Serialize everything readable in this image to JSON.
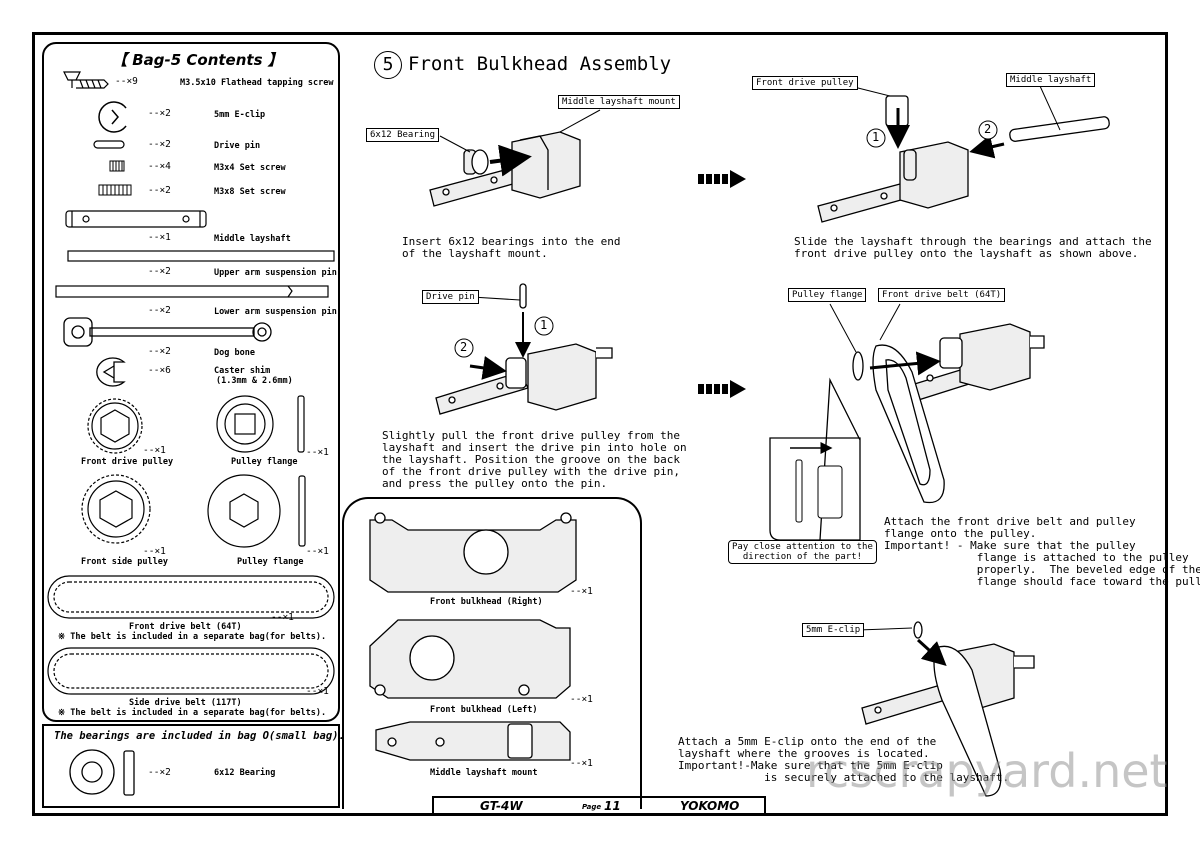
{
  "page_title": "Front Bulkhead Assembly",
  "step_number": "5",
  "bag_contents": {
    "heading": "【 Bag-5 Contents 】",
    "items": [
      {
        "qty": "--×9",
        "name": "M3.5x10 Flathead tapping screw"
      },
      {
        "qty": "--×2",
        "name": "5mm E-clip"
      },
      {
        "qty": "--×2",
        "name": "Drive pin"
      },
      {
        "qty": "--×4",
        "name": "M3x4 Set screw"
      },
      {
        "qty": "--×2",
        "name": "M3x8 Set screw"
      },
      {
        "qty": "--×1",
        "name": "Middle layshaft"
      },
      {
        "qty": "--×2",
        "name": "Upper arm suspension pin"
      },
      {
        "qty": "--×2",
        "name": "Lower arm suspension pin"
      },
      {
        "qty": "--×2",
        "name": "Dog bone"
      },
      {
        "qty": "--×6",
        "name": "Caster shim",
        "sub": "(1.3mm & 2.6mm)"
      }
    ],
    "front_drive_pulley": {
      "label": "Front drive pulley",
      "qty": "--×1"
    },
    "pulley_flange_1": {
      "label": "Pulley flange",
      "qty": "--×1"
    },
    "front_side_pulley": {
      "label": "Front side pulley",
      "qty": "--×1"
    },
    "pulley_flange_2": {
      "label": "Pulley flange",
      "qty": "--×1"
    },
    "front_drive_belt": {
      "label": "Front drive belt (64T)",
      "note": "※ The belt is included in a separate bag(for belts).",
      "qty": "--×1"
    },
    "side_drive_belt": {
      "label": "Side drive belt (117T)",
      "note": "※ The belt is included in a separate bag(for belts).",
      "qty": "--×1"
    }
  },
  "bearing_box": {
    "heading": "The bearings are included in bag O(small bag).",
    "qty": "--×2",
    "name": "6x12 Bearing"
  },
  "parts_box": {
    "front_bulkhead_right": {
      "label": "Front bulkhead (Right)",
      "qty": "--×1"
    },
    "front_bulkhead_left": {
      "label": "Front bulkhead (Left)",
      "qty": "--×1"
    },
    "middle_layshaft_mount": {
      "label": "Middle layshaft mount",
      "qty": "--×1"
    }
  },
  "callouts": {
    "middle_layshaft_mount": "Middle layshaft mount",
    "bearing_6x12": "6x12 Bearing",
    "front_drive_pulley": "Front drive pulley",
    "middle_layshaft": "Middle layshaft",
    "drive_pin": "Drive pin",
    "pulley_flange": "Pulley flange",
    "front_drive_belt": "Front drive belt (64T)",
    "e_clip": "5mm E-clip",
    "attention": "Pay close attention to the\ndirection of the part!"
  },
  "instructions": {
    "step1": "Insert 6x12 bearings into the end\nof the layshaft mount.",
    "step2": "Slide the layshaft through the bearings and attach the\nfront drive pulley onto the layshaft as shown above.",
    "step3": "Slightly pull the front drive pulley from the\nlayshaft and insert the drive pin into hole on\nthe layshaft. Position the groove on the back\nof the front drive pulley with the drive pin,\nand press the pulley onto the pin.",
    "step4": "Attach the front drive belt and pulley\nflange onto the pulley.\nImportant! - Make sure that the pulley\n              flange is attached to the pulley\n              properly.  The beveled edge of the\n              flange should face toward the pulley.",
    "step5": "Attach a 5mm E-clip onto the end of the\nlayshaft where the grooves is located.\nImportant!-Make sure that the 5mm E-clip\n             is securely attached to the layshaft."
  },
  "order_markers": [
    "1",
    "2"
  ],
  "footer": {
    "model": "GT-4W",
    "page_label": "Page",
    "page_number": "11",
    "brand": "YOKOMO"
  },
  "watermark": "rcscrapyard.net"
}
